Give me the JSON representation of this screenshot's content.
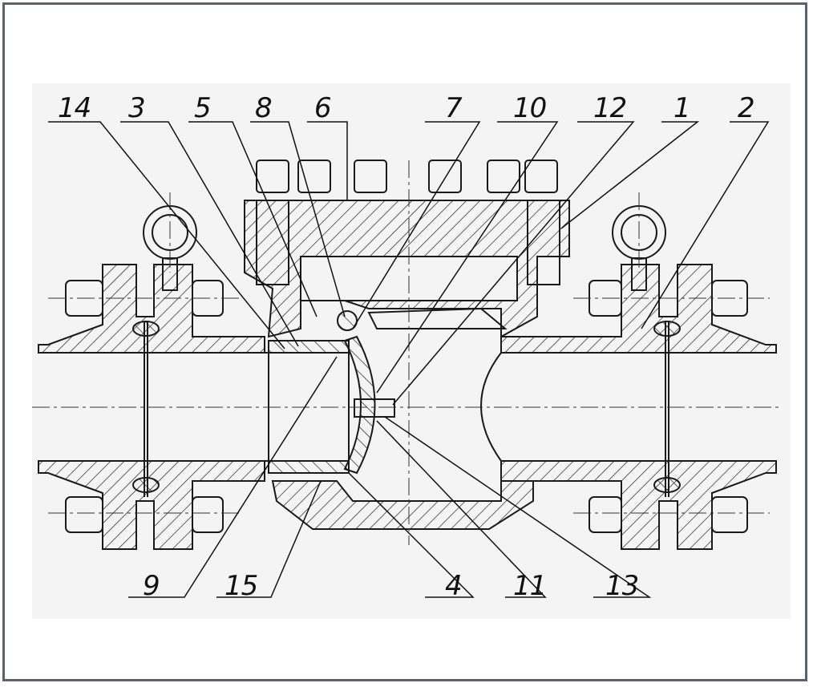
{
  "callouts": {
    "c14": "14",
    "c3": "3",
    "c5": "5",
    "c8": "8",
    "c6": "6",
    "c7": "7",
    "c10": "10",
    "c12": "12",
    "c1": "1",
    "c2": "2",
    "c9": "9",
    "c15": "15",
    "c4": "4",
    "c11": "11",
    "c13": "13"
  },
  "colors": {
    "frame": "#5a636b",
    "line": "#1a1a1a",
    "background": "#f4f4f4"
  }
}
